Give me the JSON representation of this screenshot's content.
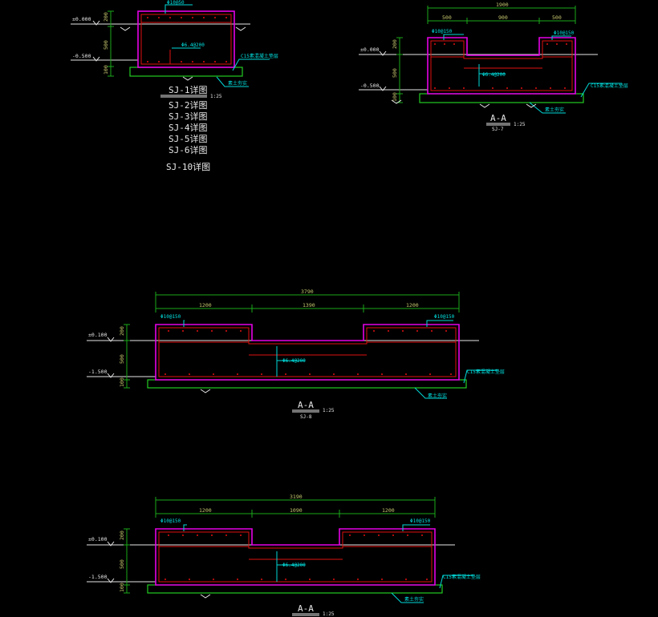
{
  "colors": {
    "background": "#000000",
    "dimension": "#1aa81a",
    "outline": "#e600e6",
    "rebar": "#e01010",
    "cushion": "#22cc22",
    "leader": "#00d8d8",
    "text": "#e6e6e6"
  },
  "levels": {
    "ground": "±0.000",
    "ground_b": "±0.100",
    "bottom": "-0.500",
    "bottom_b": "-1.500"
  },
  "heights": [
    "200",
    "500",
    "100"
  ],
  "rebar_labels": {
    "top": "Φ10@50",
    "top_b": "Φ10@150",
    "stirrup": "Φ6.4@200",
    "stirrup_b": "Φ6.4@200"
  },
  "notes": {
    "cushion": "C15素混凝土垫层",
    "soil": "素土夯实"
  },
  "detail1": {
    "titles": [
      "SJ-1详图",
      "SJ-2详图",
      "SJ-3详图",
      "SJ-4详图",
      "SJ-5详图",
      "SJ-6详图",
      "SJ-10详图"
    ],
    "scale": "1:25"
  },
  "detail2": {
    "total": "1900",
    "segments": [
      "500",
      "900",
      "500"
    ],
    "title": "A-A",
    "sub": "SJ-7",
    "scale": "1:25"
  },
  "detail3": {
    "total": "3790",
    "segments": [
      "1200",
      "1390",
      "1200"
    ],
    "title": "A-A",
    "sub": "SJ-8",
    "scale": "1:25"
  },
  "detail4": {
    "total": "3190",
    "segments": [
      "1200",
      "1090",
      "1200"
    ],
    "title": "A-A",
    "scale": "1:25"
  }
}
